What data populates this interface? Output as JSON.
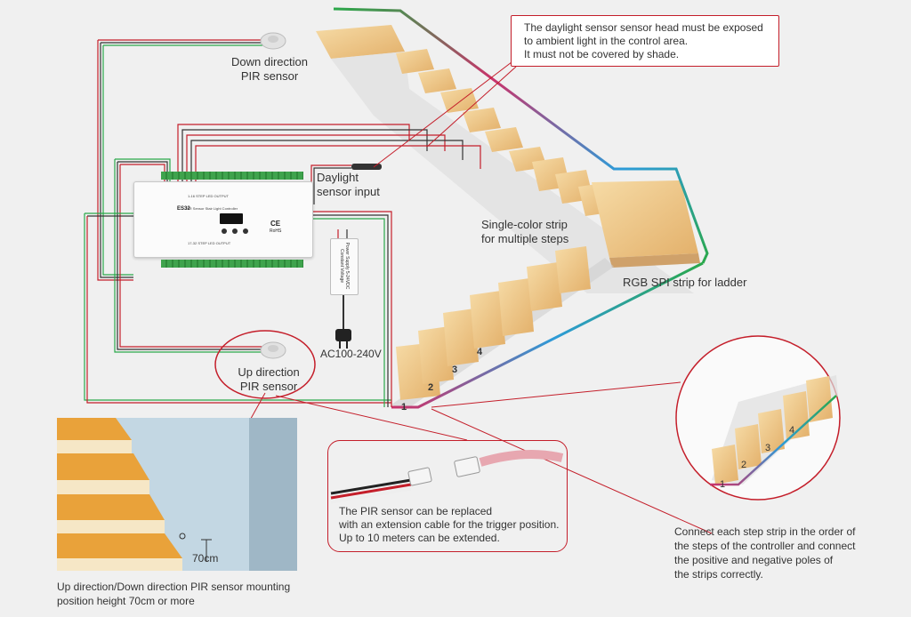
{
  "controller": {
    "model": "ES32",
    "name": "PIR Sensor Stair Light Controller",
    "top_label": "1-16 STEP LED OUTPUT",
    "bottom_label": "17-32 STEP LED OUTPUT",
    "ce": "CE",
    "rohs": "RoHS"
  },
  "power_supply": {
    "label": "Power Supply 5-24VDC Constant Voltage"
  },
  "labels": {
    "down_pir": [
      "Down direction",
      "PIR sensor"
    ],
    "up_pir": [
      "Up direction",
      "PIR sensor"
    ],
    "daylight": [
      "Daylight",
      "sensor input"
    ],
    "single_color": [
      "Single-color strip",
      "for multiple steps"
    ],
    "rgb": "RGB SPI strip for ladder",
    "ac": "AC100-240V",
    "height": "70cm",
    "mount_note": [
      "Up direction/Down direction PIR sensor mounting",
      "position height 70cm or more"
    ],
    "connect_note": [
      "Connect each step strip in the order of",
      "the steps of the controller and connect",
      "the positive and negative poles of",
      "the strips correctly."
    ]
  },
  "callouts": {
    "daylight_note": [
      "The daylight sensor sensor head must be exposed",
      "to ambient light in the control area.",
      "It must not be covered by shade."
    ],
    "pir_note": [
      "The PIR sensor can be replaced",
      "with an extension cable for the trigger position.",
      "Up to 10 meters can be extended."
    ]
  },
  "step_numbers": [
    "1",
    "2",
    "3",
    "4"
  ],
  "colors": {
    "accent_red": "#c41e2a",
    "wood": "#f0c98a",
    "wall": "#c3d7e3",
    "step_orange": "#e9a23a"
  }
}
